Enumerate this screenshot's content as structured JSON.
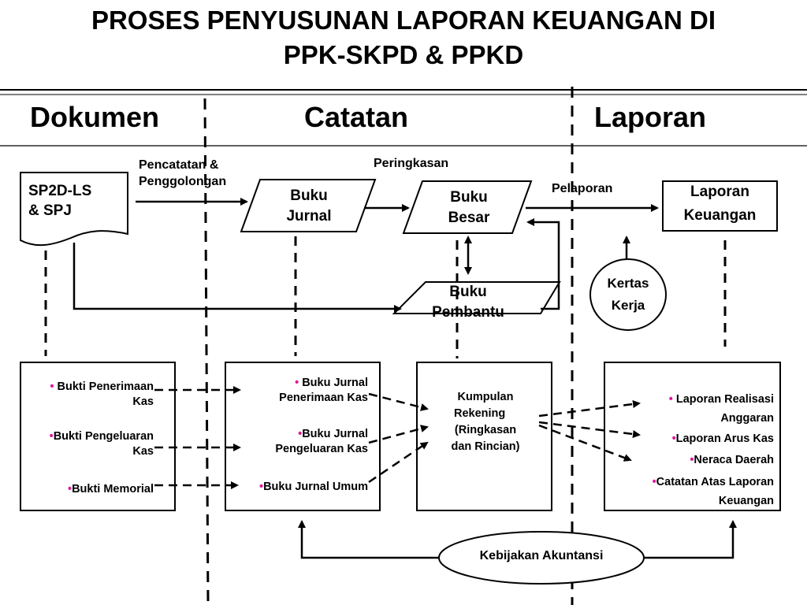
{
  "title": {
    "line1": "PROSES PENYUSUNAN LAPORAN KEUANGAN DI",
    "line2": "PPK-SKPD  & PPKD"
  },
  "columns": {
    "dokumen": "Dokumen",
    "catatan": "Catatan",
    "laporan": "Laporan"
  },
  "flow_labels": {
    "pencatatan_1": "Pencatatan &",
    "pencatatan_2": "Penggolongan",
    "peringkasan": "Peringkasan",
    "pelaporan": "Pelaporan"
  },
  "nodes": {
    "sp2d_1": "SP2D-LS",
    "sp2d_2": "&  SPJ",
    "buku_jurnal_1": "Buku",
    "buku_jurnal_2": "Jurnal",
    "buku_besar_1": "Buku",
    "buku_besar_2": "Besar",
    "buku_pembantu_1": "Buku",
    "buku_pembantu_2": "Pembantu",
    "laporan_keuangan_1": "Laporan",
    "laporan_keuangan_2": "Keuangan",
    "kertas_kerja_1": "Kertas",
    "kertas_kerja_2": "Kerja",
    "kebijakan": "Kebijakan Akuntansi"
  },
  "bullet": "•",
  "dokumen_list": {
    "item1_a": "Bukti Penerimaan",
    "item1_b": "Kas",
    "item2_a": "Bukti Pengeluaran",
    "item2_b": "Kas",
    "item3": "Bukti  Memorial"
  },
  "catatan_list": {
    "item1_a": "Buku  Jurnal",
    "item1_b": "Penerimaan Kas",
    "item2_a": "Buku Jurnal",
    "item2_b": "Pengeluaran Kas",
    "item3": "Buku Jurnal Umum"
  },
  "kumpulan": {
    "line1": "Kumpulan",
    "line2": "Rekening",
    "line3": "(Ringkasan",
    "line4": "dan Rincian)"
  },
  "laporan_list": {
    "item1_a": "Laporan Realisasi",
    "item1_b": "Anggaran",
    "item2": "Laporan Arus Kas",
    "item3": "Neraca Daerah",
    "item4_a": "Catatan Atas Laporan",
    "item4_b": "Keuangan"
  },
  "colors": {
    "bullet": "#e0199a",
    "line": "#000000"
  }
}
